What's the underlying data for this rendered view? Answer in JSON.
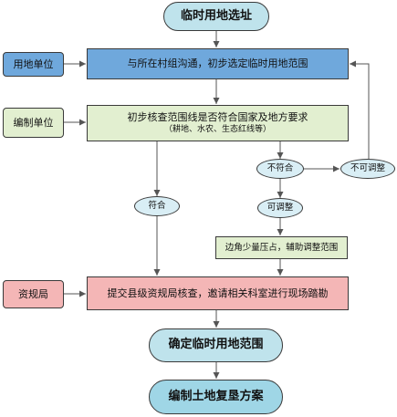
{
  "nodes": {
    "start": "临时用地选址",
    "land_user": "用地单位",
    "step_communicate": "与所在村组沟通，初步选定临时用地范围",
    "compiler": "编制单位",
    "step_check": "初步核查范围线是否符合国家及地方要求",
    "step_check_note": "（耕地、水农、生态红线等）",
    "not_compliant": "不符合",
    "not_adjustable": "不可调整",
    "compliant": "符合",
    "adjustable": "可调整",
    "step_adjust": "边角少量压占，辅助调整范围",
    "resource_bureau": "资规局",
    "step_submit": "提交县级资规局核查，邀请相关科室进行现场踏勘",
    "confirm": "确定临时用地范围",
    "plan": "编制土地复垦方案"
  },
  "colors": {
    "pill": "#bfe3ec",
    "blue": "#6fa8dc",
    "green": "#e2efd0",
    "pink": "#f4b6b6",
    "oval": "#d9eef5",
    "line": "#555555"
  }
}
